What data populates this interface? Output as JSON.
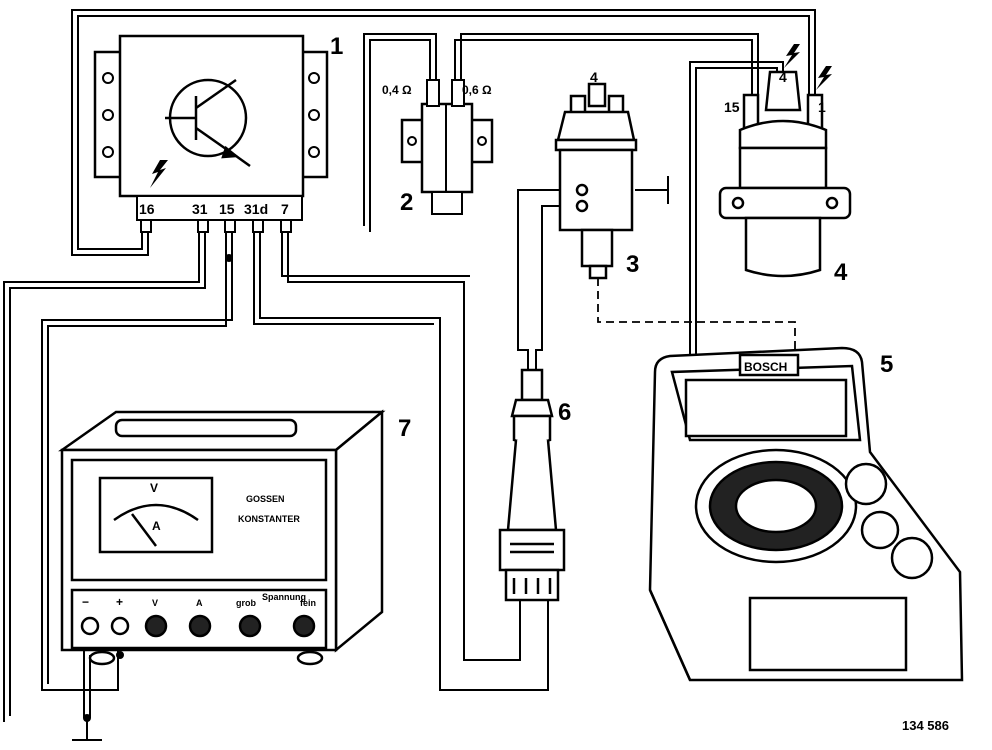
{
  "diagram": {
    "components": [
      {
        "id": "1",
        "label": "1"
      },
      {
        "id": "2",
        "label": "2"
      },
      {
        "id": "3",
        "label": "3"
      },
      {
        "id": "4",
        "label": "4"
      },
      {
        "id": "5",
        "label": "5"
      },
      {
        "id": "6",
        "label": "6"
      },
      {
        "id": "7",
        "label": "7"
      }
    ],
    "control_unit_terminals": [
      "16",
      "31",
      "15",
      "31d",
      "7"
    ],
    "resistors": {
      "left": "0,4 Ω",
      "right": "0,6 Ω"
    },
    "distributor_terminal": "4",
    "coil_terminals": {
      "left": "15",
      "center": "4",
      "right": "1"
    },
    "tester_brand": "BOSCH",
    "power_supply": {
      "meter_top": "V",
      "meter_bottom": "A",
      "brand": "GOSSEN",
      "model": "KONSTANTER",
      "polarity_minus": "−",
      "polarity_plus": "+",
      "knob_labels": [
        "V",
        "A",
        "grob",
        "Spannung",
        "fein"
      ]
    },
    "figure_number": "134 586"
  }
}
